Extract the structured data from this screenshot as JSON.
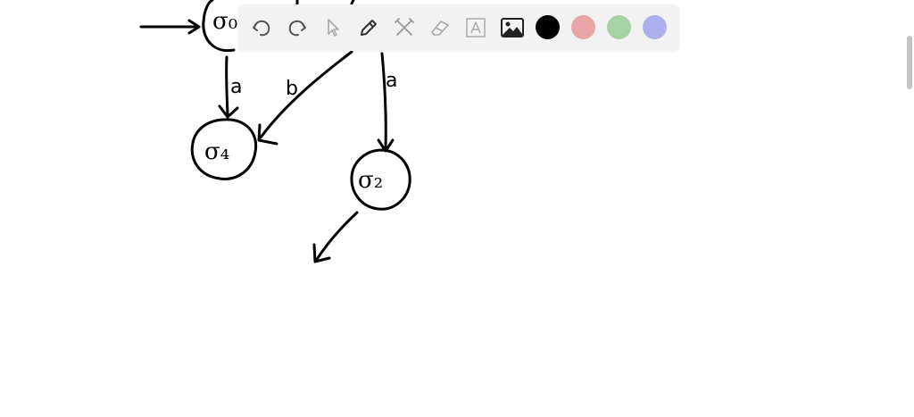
{
  "toolbar": {
    "tools": [
      {
        "name": "undo",
        "icon": "undo-icon"
      },
      {
        "name": "redo",
        "icon": "redo-icon"
      },
      {
        "name": "select",
        "icon": "cursor-icon"
      },
      {
        "name": "pen",
        "icon": "pencil-icon"
      },
      {
        "name": "tools",
        "icon": "crossed-tools-icon"
      },
      {
        "name": "eraser",
        "icon": "eraser-icon"
      },
      {
        "name": "text",
        "icon": "text-icon"
      },
      {
        "name": "image",
        "icon": "image-icon"
      }
    ],
    "colors": [
      "#000000",
      "#e8a6a8",
      "#a8d3a6",
      "#aeb0ee"
    ]
  },
  "drawing": {
    "states": [
      {
        "id": "q0",
        "label": "σ₀"
      },
      {
        "id": "q4",
        "label": "σ₄"
      },
      {
        "id": "q2",
        "label": "σ₂"
      }
    ],
    "transitions": [
      {
        "label": "a"
      },
      {
        "label": "b"
      },
      {
        "label": "a"
      }
    ]
  }
}
